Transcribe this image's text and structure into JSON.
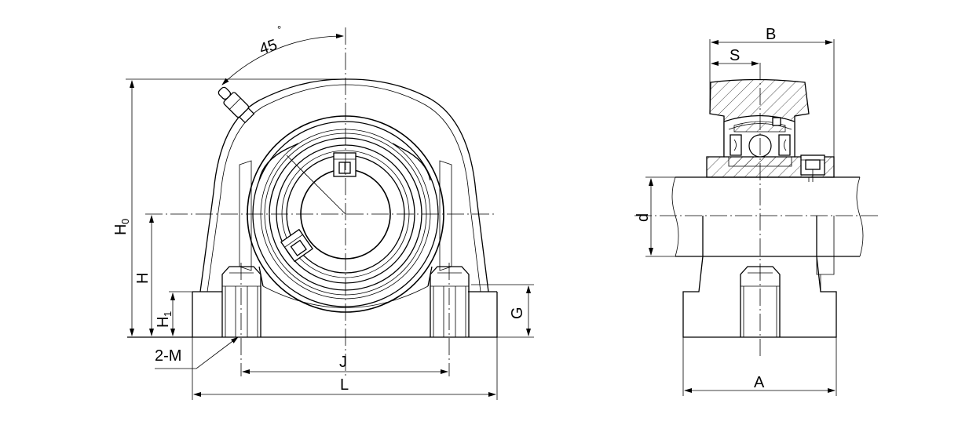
{
  "front_view": {
    "angle_label": "45",
    "angle_unit": "°",
    "dim_H0": "H",
    "dim_H0_sub": "0",
    "dim_H": "H",
    "dim_H1": "H",
    "dim_H1_sub": "1",
    "dim_G": "G",
    "dim_2M": "2-M",
    "dim_J": "J",
    "dim_L": "L"
  },
  "side_view": {
    "dim_B": "B",
    "dim_S": "S",
    "dim_d": "d",
    "dim_A": "A"
  }
}
